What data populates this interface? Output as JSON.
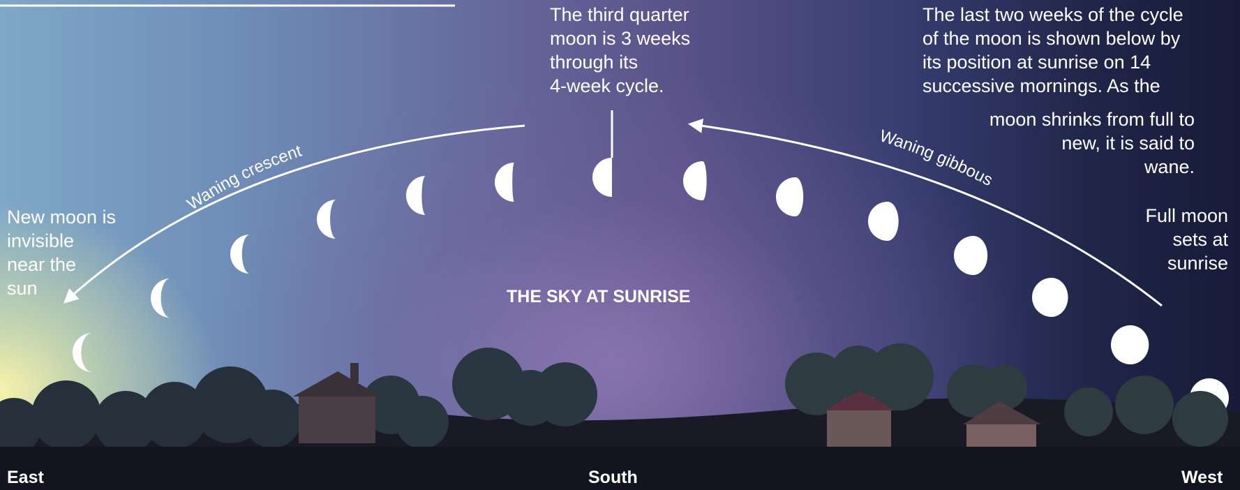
{
  "title": "THE SKY AT SUNRISE",
  "directions": {
    "east": "East",
    "south": "South",
    "west": "West"
  },
  "annotations": {
    "third_quarter": "The third quarter\nmoon is 3 weeks\nthrough its\n4-week cycle.",
    "last_two_weeks": "The last two weeks of the cycle\nof the moon is shown below by\nits position at sunrise on 14\nsuccessive mornings. As the",
    "last_two_weeks_cont": "moon shrinks from full to\nnew, it is said to\nwane.",
    "new_moon": "New moon is\ninvisible\nnear the\nsun",
    "full_moon": "Full moon\nsets at\nsunrise"
  },
  "arc_labels": {
    "waning_crescent": "Waning crescent",
    "waning_gibbous": "Waning gibbous"
  },
  "moon_phases": {
    "count": 14,
    "illumination": [
      0.22,
      0.26,
      0.3,
      0.34,
      0.4,
      0.45,
      0.5,
      0.6,
      0.7,
      0.78,
      0.86,
      0.92,
      0.97,
      1.0
    ]
  },
  "colors": {
    "sky_east": "#7fa7c7",
    "sky_west": "#171b38",
    "moon": "#ffffff",
    "ground": "#141320"
  }
}
